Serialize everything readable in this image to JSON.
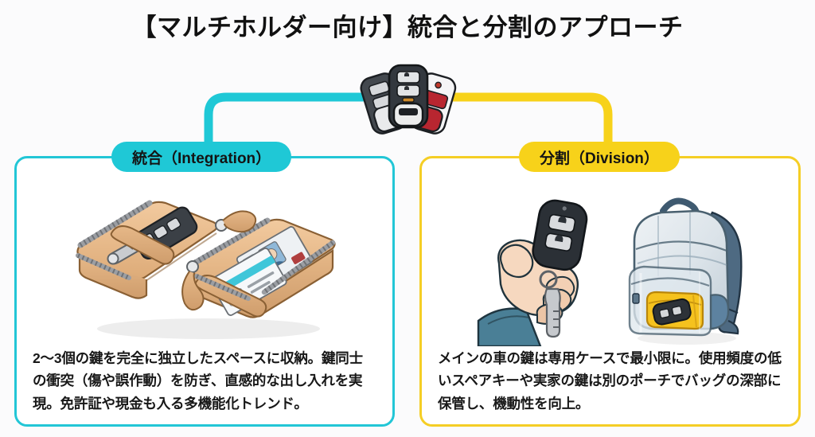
{
  "page": {
    "title": "【マルチホルダー向け】統合と分割のアプローチ",
    "background_color": "#fbfbfc",
    "accent_left_color": "#1fc8d6",
    "accent_right_color": "#f7d21a"
  },
  "center_graphic": {
    "icon_name": "three-car-key-fobs",
    "fobs": [
      {
        "label": "dark-gray-fob",
        "color": "#3a3f45"
      },
      {
        "label": "charcoal-fob",
        "color": "#2e3338"
      },
      {
        "label": "white-red-fob",
        "color": "#f2f2f2",
        "accent": "#c0272d"
      }
    ]
  },
  "panels": [
    {
      "side": "left",
      "badge_label": "統合（Integration）",
      "badge_color": "#1fc8d6",
      "border_color": "#22c6d6",
      "illustration_name": "open-leather-key-wallet-with-fob-and-cards",
      "description": "2〜3個の鍵を完全に独立したスペースに収納。鍵同士の衝突（傷や誤作動）を防ぎ、直感的な出し入れを実現。免許証や現金も入る多機能化トレンド。"
    },
    {
      "side": "right",
      "badge_label": "分割（Division）",
      "badge_color": "#f7d21a",
      "border_color": "#f5ce25",
      "illustration_name": "hand-holding-key-fob-and-backpack-with-yellow-pouch",
      "description": "メインの車の鍵は専用ケースで最小限に。使用頻度の低いスペアキーや実家の鍵は別のポーチでバッグの深部に保管し、機動性を向上。"
    }
  ]
}
